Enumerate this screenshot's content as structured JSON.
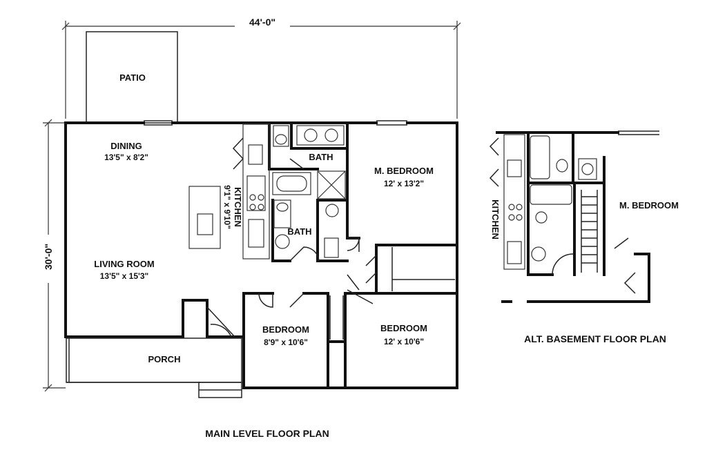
{
  "dimensions": {
    "width": "44'-0\"",
    "depth": "30'-0\""
  },
  "rooms": {
    "patio": {
      "name": "PATIO"
    },
    "dining": {
      "name": "DINING",
      "size": "13'5\" x 8'2\""
    },
    "kitchen": {
      "name": "KITCHEN",
      "size": "9'1\" x 9'10\""
    },
    "bath_upper": {
      "name": "BATH"
    },
    "bath_lower": {
      "name": "BATH"
    },
    "master_bedroom": {
      "name": "M. BEDROOM",
      "size": "12' x 13'2\""
    },
    "living_room": {
      "name": "LIVING ROOM",
      "size": "13'5\" x 15'3\""
    },
    "porch": {
      "name": "PORCH"
    },
    "bedroom_2": {
      "name": "BEDROOM",
      "size": "8'9\" x 10'6\""
    },
    "bedroom_3": {
      "name": "BEDROOM",
      "size": "12' x 10'6\""
    }
  },
  "alt_basement": {
    "kitchen": "KITCHEN",
    "master_bedroom": "M. BEDROOM",
    "title": "ALT. BASEMENT FLOOR PLAN"
  },
  "main_title": "MAIN LEVEL FLOOR PLAN"
}
